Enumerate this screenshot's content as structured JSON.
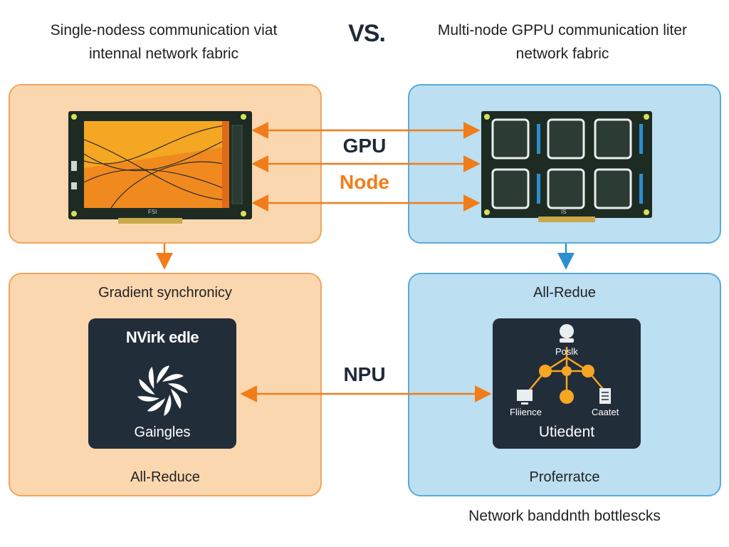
{
  "header": {
    "left_title_line1": "Single-nodess communication viat",
    "left_title_line2": "intennal network fabric",
    "vs": "VS.",
    "right_title_line1": "Multi-node GPPU communication liter",
    "right_title_line2": "network fabric"
  },
  "middle": {
    "gpu_label": "GPU",
    "node_label": "Node",
    "npu_label": "NPU"
  },
  "left_top_panel": {
    "board_small_text": "FSI"
  },
  "right_top_panel": {
    "board_small_text": "IS"
  },
  "left_bottom_panel": {
    "top_label": "Gradient synchronicy",
    "card_title": "NVirk edle",
    "card_subtitle": "Gaingles",
    "bottom_label": "All-Reduce",
    "logo_icon": "nvlink-spiral-icon"
  },
  "right_bottom_panel": {
    "top_label": "All-Redue",
    "card_node_top": "Poslk",
    "card_node_left": "Fliience",
    "card_node_right": "Caatet",
    "card_title": "Utiedent",
    "bottom_label": "Proferratce",
    "icons": [
      "user-icon",
      "monitor-icon",
      "document-icon",
      "network-node-icon"
    ]
  },
  "footer": {
    "text": "Network banddnth bottlescks"
  },
  "colors": {
    "orange_fill": "#fbd7b0",
    "orange_border": "#f0a55a",
    "blue_fill": "#bcdff1",
    "blue_border": "#5aaad7",
    "arrow_orange": "#f07d1a",
    "arrow_blue": "#2a8fd0",
    "dark_card": "#222d3a",
    "node_yellow": "#f5a623"
  }
}
